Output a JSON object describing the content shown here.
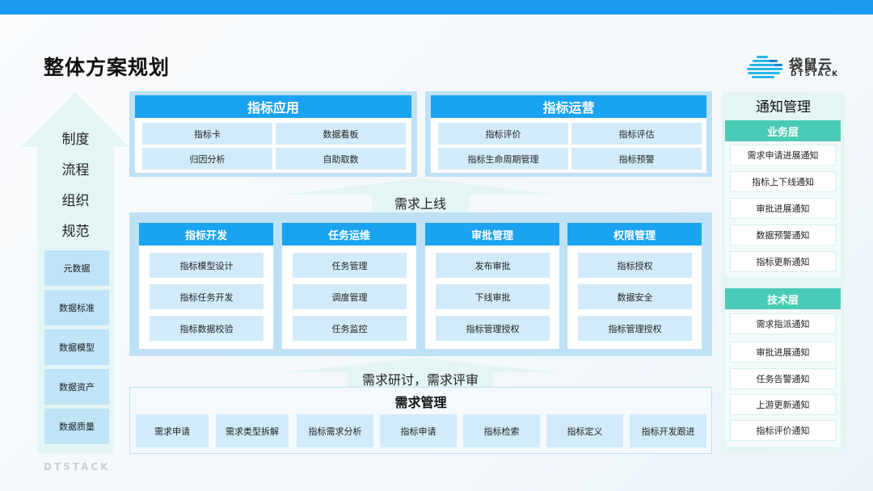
{
  "title": "整体方案规划",
  "logo": {
    "cn": "袋鼠云",
    "en": "DTSTACK"
  },
  "watermark": "DTSTACK",
  "left": {
    "words": [
      "制度",
      "流程",
      "组织",
      "规范"
    ],
    "items": [
      "元数据",
      "数据标准",
      "数据模型",
      "数据资产",
      "数据质量"
    ]
  },
  "app": {
    "title": "指标应用",
    "cells": [
      "指标卡",
      "数据看板",
      "归因分析",
      "自助取数"
    ]
  },
  "ops": {
    "title": "指标运营",
    "cells": [
      "指标评价",
      "指标评估",
      "指标生命周期管理",
      "指标预警"
    ]
  },
  "arrow_top": "需求上线",
  "middle": [
    {
      "title": "指标开发",
      "items": [
        "指标模型设计",
        "指标任务开发",
        "指标数据校验"
      ]
    },
    {
      "title": "任务运维",
      "items": [
        "任务管理",
        "调度管理",
        "任务监控"
      ]
    },
    {
      "title": "审批管理",
      "items": [
        "发布审批",
        "下线审批",
        "指标管理授权"
      ]
    },
    {
      "title": "权限管理",
      "items": [
        "指标授权",
        "数据安全",
        "指标管理授权"
      ]
    }
  ],
  "arrow_bottom": "需求研讨，需求评审",
  "demand": {
    "title": "需求管理",
    "items": [
      "需求申请",
      "需求类型拆解",
      "指标需求分析",
      "指标申请",
      "指标检索",
      "指标定义",
      "指标开发跟进"
    ]
  },
  "notify": {
    "title": "通知管理",
    "biz": {
      "title": "业务层",
      "items": [
        "需求申请进展通知",
        "指标上下线通知",
        "审批进展通知",
        "数据预警通知",
        "指标更新通知"
      ]
    },
    "tech": {
      "title": "技术层",
      "items": [
        "需求指派通知",
        "审批进展通知",
        "任务告警通知",
        "上游更新通知",
        "指标评价通知"
      ]
    }
  },
  "colors": {
    "topbar": "#189bf0",
    "cap": "#1aa3f0",
    "cell": "#d2ebfa",
    "panel": "#bfe1f6",
    "layer": "#49cbb5",
    "arrow": "#e3f5f4"
  }
}
